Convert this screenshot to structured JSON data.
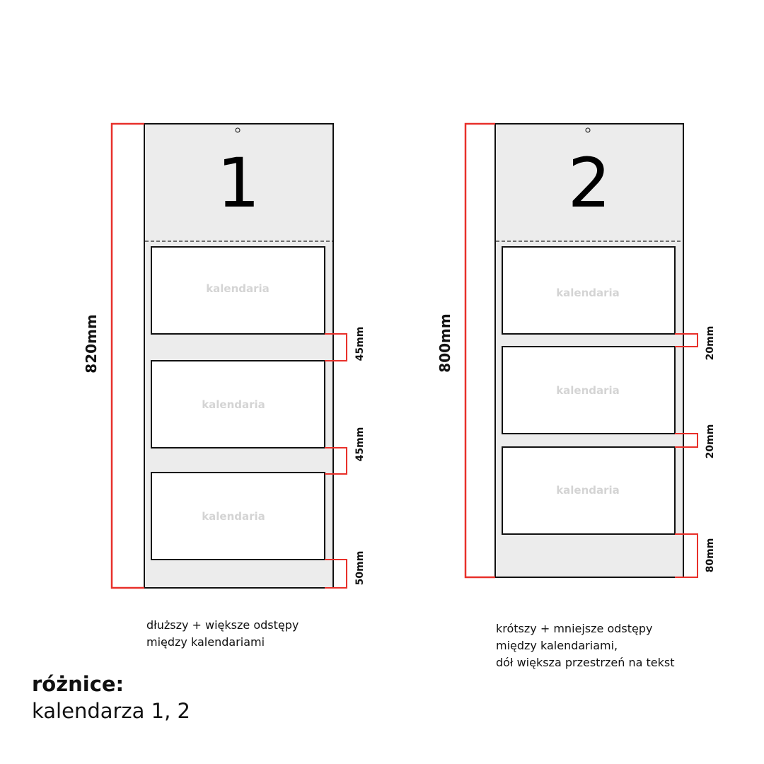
{
  "colors": {
    "paper": "#ececec",
    "outline": "#111111",
    "dimension": "#e8302a",
    "watermark": "#d4d4d4"
  },
  "calendars": [
    {
      "number": "1",
      "height_label": "820mm",
      "panels": [
        "kalendaria",
        "kalendaria",
        "kalendaria"
      ],
      "gaps": [
        "45mm",
        "45mm",
        "50mm"
      ],
      "caption": [
        "dłuższy + większe odstępy",
        "między kalendariami"
      ]
    },
    {
      "number": "2",
      "height_label": "800mm",
      "panels": [
        "kalendaria",
        "kalendaria",
        "kalendaria"
      ],
      "gaps": [
        "20mm",
        "20mm",
        "80mm"
      ],
      "caption": [
        "krótszy + mniejsze odstępy",
        "między kalendariami,",
        "dół większa przestrzeń na tekst"
      ]
    }
  ],
  "title": {
    "bold": "różnice:",
    "subtitle": "kalendarza 1, 2"
  }
}
